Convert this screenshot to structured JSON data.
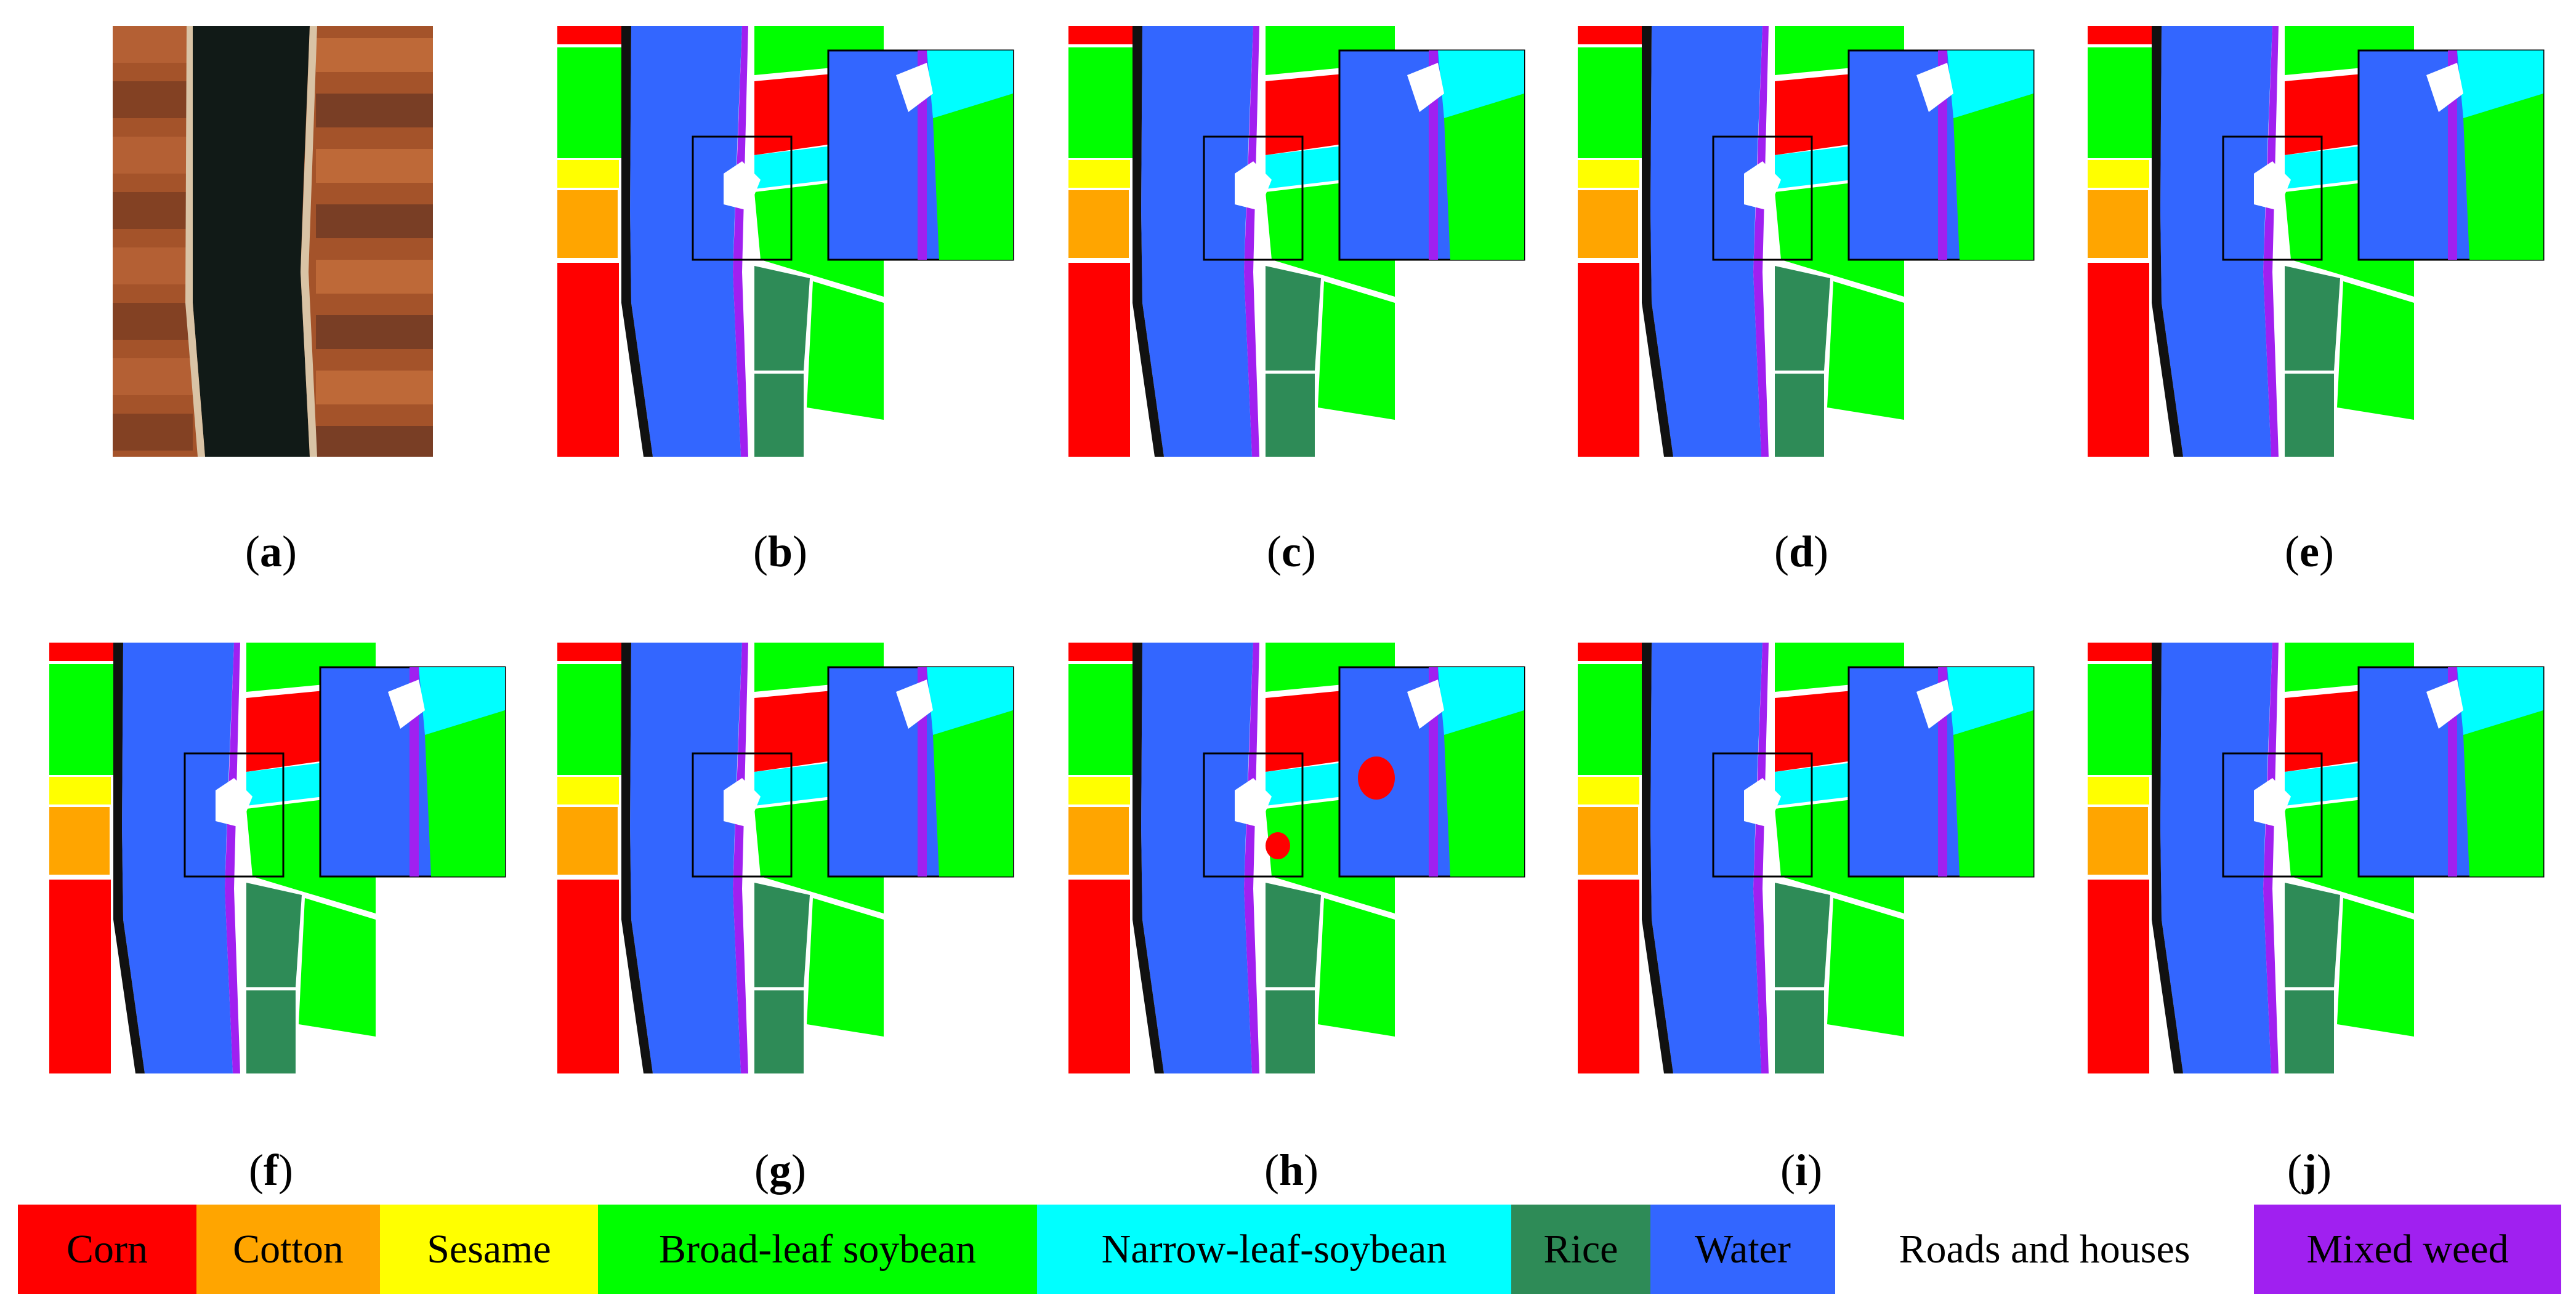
{
  "figure": {
    "captions": [
      "a",
      "b",
      "c",
      "d",
      "e",
      "f",
      "g",
      "h",
      "i",
      "j"
    ]
  },
  "legend": {
    "items": [
      {
        "label": "Corn",
        "color": "#ff0000"
      },
      {
        "label": "Cotton",
        "color": "#ffa500"
      },
      {
        "label": "Sesame",
        "color": "#ffff00"
      },
      {
        "label": "Broad-leaf soybean",
        "color": "#00ff00"
      },
      {
        "label": "Narrow-leaf-soybean",
        "color": "#00ffff"
      },
      {
        "label": "Rice",
        "color": "#2e8b57"
      },
      {
        "label": "Water",
        "color": "#3366ff"
      },
      {
        "label": "Roads and houses",
        "color": "#ffffff"
      },
      {
        "label": "Mixed weed",
        "color": "#a020f0"
      }
    ]
  }
}
